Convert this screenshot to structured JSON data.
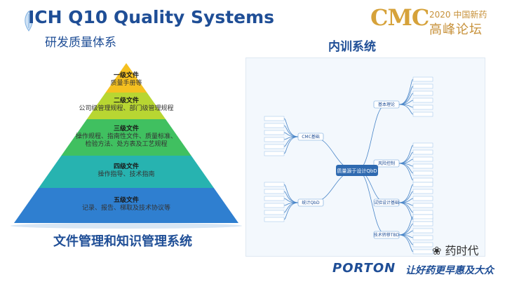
{
  "header": {
    "title": "ICH Q10 Quality Systems",
    "subtitle": "研发质量体系"
  },
  "brand_badge": {
    "mark": "CMC",
    "year": "2020 中国新药",
    "tagline": "高峰论坛"
  },
  "pyramid": {
    "levels": [
      {
        "head": "一级文件",
        "desc": [
          "质量手册等"
        ],
        "color": "#f5c020"
      },
      {
        "head": "二级文件",
        "desc": [
          "公司级管理规程、部门级管理规程"
        ],
        "color": "#b8d632"
      },
      {
        "head": "三级文件",
        "desc": [
          "操作规程、指南性文件、质量标准、",
          "检验方法、处方表及工艺规程"
        ],
        "color": "#40c060"
      },
      {
        "head": "四级文件",
        "desc": [
          "操作指导、技术指南"
        ],
        "color": "#27b3b0"
      },
      {
        "head": "五级文件",
        "desc": [
          "记录、报告、梯取及技术协议等"
        ],
        "color": "#2f7fd0"
      }
    ],
    "caption": "文件管理和知识管理系统"
  },
  "training": {
    "title": "内训系统",
    "center": "质量源于设计QbD",
    "branches": [
      "基本理论",
      "CMC基础",
      "风险控制",
      "试验设计基础",
      "统计QbD",
      "技术转移TBD"
    ]
  },
  "footer": {
    "company": "PORTON",
    "slogan": "让好药更早惠及大众",
    "wechat": "药时代"
  }
}
